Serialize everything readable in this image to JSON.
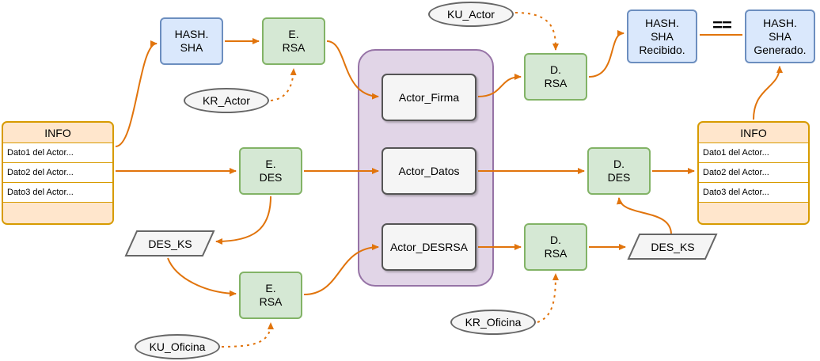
{
  "nodes": {
    "info_left": {
      "title": "INFO",
      "rows": [
        "Dato1 del Actor...",
        "Dato2 del Actor...",
        "Dato3 del Actor...",
        ""
      ]
    },
    "info_right": {
      "title": "INFO",
      "rows": [
        "Dato1 del Actor...",
        "Dato2 del Actor...",
        "Dato3 del Actor...",
        ""
      ]
    },
    "hash_sha": "HASH.\nSHA",
    "e_rsa_top": "E.\nRSA",
    "e_des": "E.\nDES",
    "e_rsa_bottom": "E.\nRSA",
    "kr_actor": "KR_Actor",
    "ku_actor": "KU_Actor",
    "ku_oficina": "KU_Oficina",
    "kr_oficina": "KR_Oficina",
    "des_ks_left": "DES_KS",
    "des_ks_right": "DES_KS",
    "actor_firma": "Actor_Firma",
    "actor_datos": "Actor_Datos",
    "actor_desrsa": "Actor_DESRSA",
    "d_rsa_top": "D.\nRSA",
    "d_des": "D.\nDES",
    "d_rsa_bottom": "D.\nRSA",
    "hash_recibido": "HASH.\nSHA\nRecibido.",
    "hash_generado": "HASH.\nSHA\nGenerado.",
    "equals_symbol": "=="
  },
  "colors": {
    "arrow": "#e1740c",
    "green_fill": "#d5e8d4",
    "green_border": "#82b366",
    "blue_fill": "#dae8fc",
    "blue_border": "#6c8ebf",
    "orange_fill": "#ffe6cc",
    "orange_border": "#d79b00",
    "purple_fill": "#e1d5e7",
    "purple_border": "#9673a6"
  }
}
